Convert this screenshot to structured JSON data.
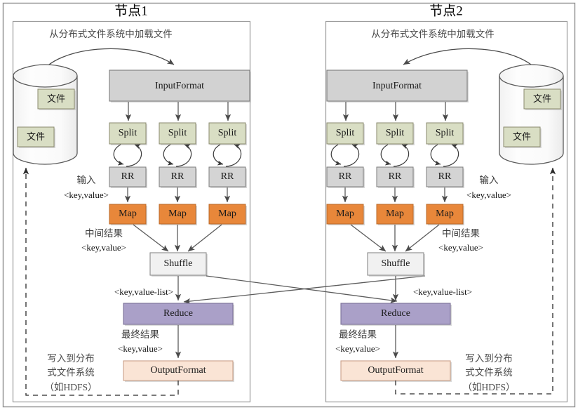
{
  "diagram": {
    "title_left": "节点1",
    "title_right": "节点2",
    "nodes": [
      {
        "id": "left",
        "title": "节点1",
        "storage": {
          "name": "distributed-file-system",
          "files": [
            "文件",
            "文件"
          ]
        },
        "load_label": "从分布式文件系统中加载文件",
        "input_format": "InputFormat",
        "splits": [
          "Split",
          "Split",
          "Split"
        ],
        "record_readers": [
          "RR",
          "RR",
          "RR"
        ],
        "maps": [
          "Map",
          "Map",
          "Map"
        ],
        "shuffle": "Shuffle",
        "reduce": "Reduce",
        "output_format": "OutputFormat",
        "annotations": {
          "input_title": "输入",
          "input_kv": "<key,value>",
          "intermediate_title": "中间结果",
          "intermediate_kv": "<key,value>",
          "reduce_kv": "<key,value-list>",
          "final_title": "最终结果",
          "final_kv": "<key,value>",
          "write_back": [
            "写入到分布",
            "式文件系统",
            "（如HDFS）"
          ]
        }
      },
      {
        "id": "right",
        "title": "节点2",
        "storage": {
          "name": "distributed-file-system",
          "files": [
            "文件",
            "文件"
          ]
        },
        "load_label": "从分布式文件系统中加载文件",
        "input_format": "InputFormat",
        "splits": [
          "Split",
          "Split",
          "Split"
        ],
        "record_readers": [
          "RR",
          "RR",
          "RR"
        ],
        "maps": [
          "Map",
          "Map",
          "Map"
        ],
        "shuffle": "Shuffle",
        "reduce": "Reduce",
        "output_format": "OutputFormat",
        "annotations": {
          "input_title": "输入",
          "input_kv": "<key,value>",
          "intermediate_title": "中间结果",
          "intermediate_kv": "<key,value>",
          "reduce_kv": "<key,value-list>",
          "final_title": "最终结果",
          "final_kv": "<key,value>",
          "write_back": [
            "写入到分布",
            "式文件系统",
            "（如HDFS）"
          ]
        }
      }
    ],
    "colors": {
      "input_format_fill": "#d2d2d2",
      "split_fill": "#d9dec4",
      "rr_fill": "#d4d4d4",
      "map_fill": "#e8873a",
      "shuffle_fill": "#f1f1f1",
      "reduce_fill": "#aaa0c8",
      "output_format_fill": "#fae4d5",
      "cylinder_fill": "#fbfbfb",
      "file_fill": "#d9dec4",
      "frame_stroke": "#8f8f8f",
      "arrow_stroke": "#5c5c5c"
    }
  }
}
